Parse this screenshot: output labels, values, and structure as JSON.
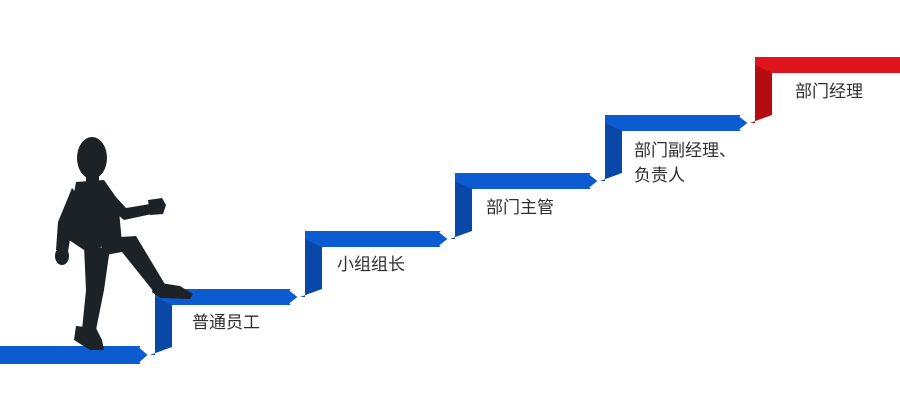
{
  "colors": {
    "step_blue": "#0d5bd1",
    "step_blue_dark": "#0a48a8",
    "top_step_red": "#e0141c",
    "top_step_red_dark": "#b30d12",
    "figure": "#1d2227",
    "text": "#2e2e2e"
  },
  "levels": [
    {
      "lines": [
        "普通员工"
      ]
    },
    {
      "lines": [
        "小组组长"
      ]
    },
    {
      "lines": [
        "部门主管"
      ]
    },
    {
      "lines": [
        "部门副经理、",
        "负责人"
      ]
    },
    {
      "lines": [
        "部门经理"
      ]
    }
  ]
}
